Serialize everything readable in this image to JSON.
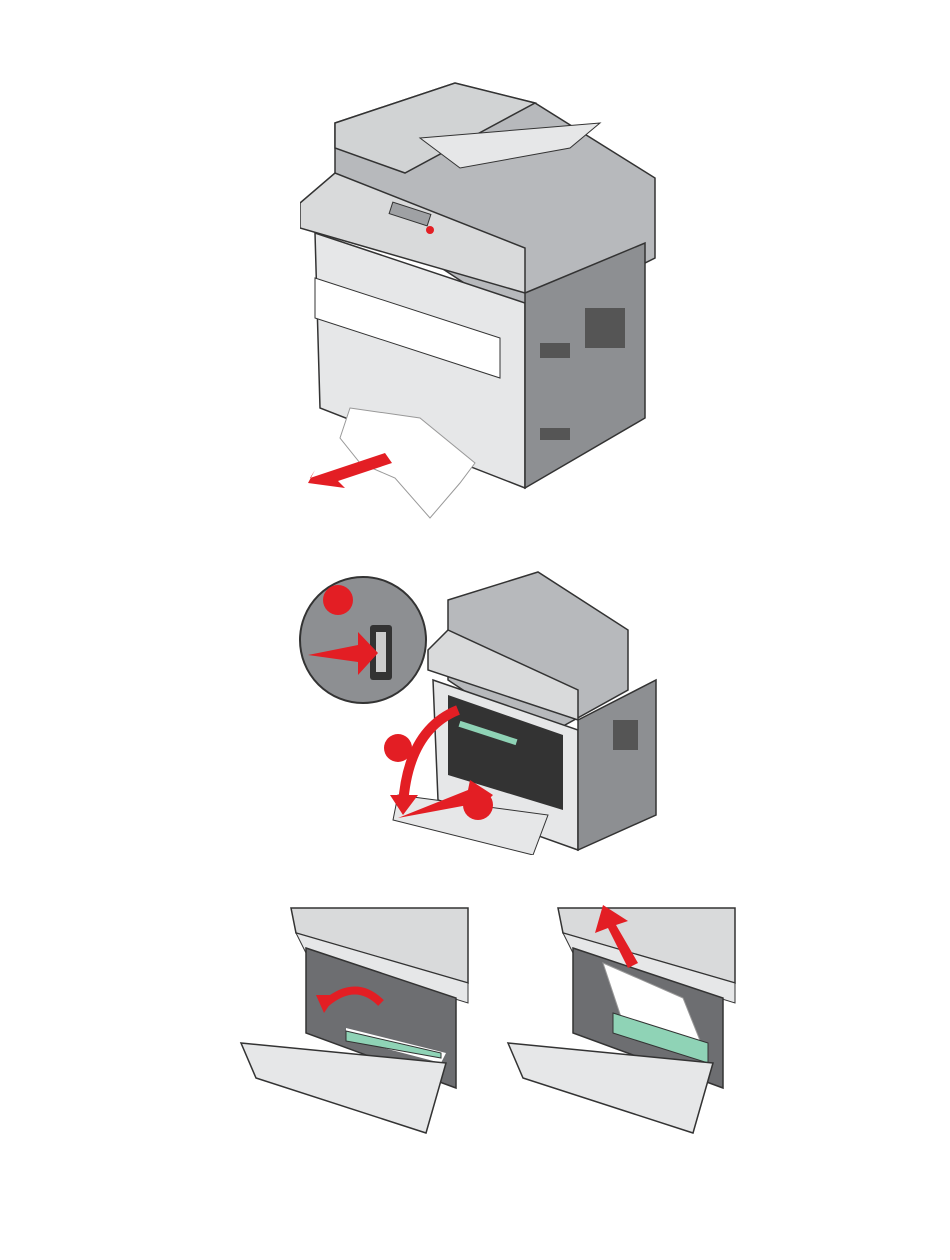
{
  "colors": {
    "accent_red": "#e31e24",
    "printer_body": "#a7a9ac",
    "printer_dark": "#6d6e71",
    "printer_light": "#e6e7e8",
    "tray_green": "#8fd3b6"
  },
  "figures": [
    {
      "id": "remove-jammed-paper-from-tray",
      "icon": "printer-paper-jam-pull-icon"
    },
    {
      "id": "press-release-button-open-front-door",
      "icon": "printer-open-front-door-icon",
      "step_markers": 3
    },
    {
      "id": "lift-green-flap",
      "icon": "printer-lift-flap-icon"
    },
    {
      "id": "pull-jammed-paper-up",
      "icon": "printer-pull-paper-up-icon"
    }
  ]
}
